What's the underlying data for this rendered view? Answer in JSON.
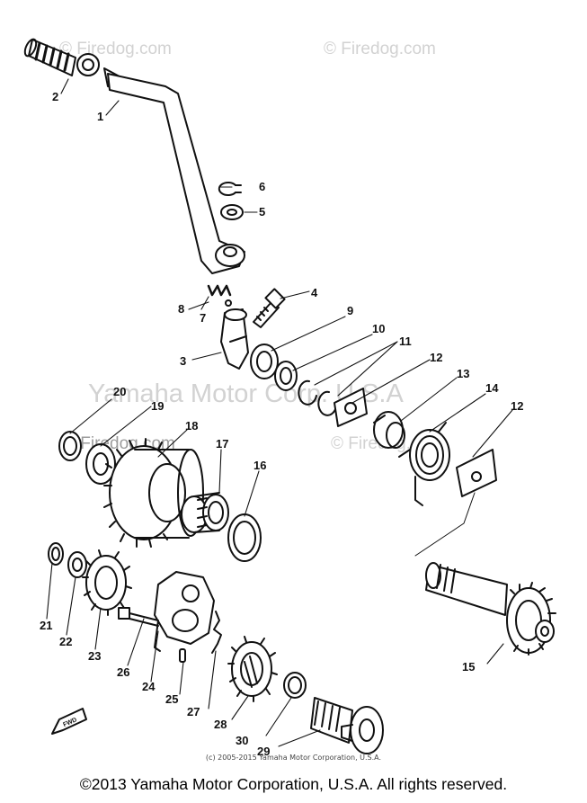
{
  "watermarks": {
    "top_left": "© Firedog.com",
    "top_right": "© Firedog.com",
    "mid_band": "Yamaha Motor Corp. U.S.A",
    "mid_left": "© Firedog.com",
    "mid_right": "© Firedog.com"
  },
  "fwd_arrow_label": "FWD",
  "parts": [
    {
      "id": "1",
      "label": "1"
    },
    {
      "id": "2",
      "label": "2"
    },
    {
      "id": "3",
      "label": "3"
    },
    {
      "id": "4",
      "label": "4"
    },
    {
      "id": "5",
      "label": "5"
    },
    {
      "id": "6",
      "label": "6"
    },
    {
      "id": "7",
      "label": "7"
    },
    {
      "id": "8",
      "label": "8"
    },
    {
      "id": "9",
      "label": "9"
    },
    {
      "id": "10",
      "label": "10"
    },
    {
      "id": "11",
      "label": "11"
    },
    {
      "id": "12a",
      "label": "12"
    },
    {
      "id": "12b",
      "label": "12"
    },
    {
      "id": "13",
      "label": "13"
    },
    {
      "id": "14",
      "label": "14"
    },
    {
      "id": "15",
      "label": "15"
    },
    {
      "id": "16",
      "label": "16"
    },
    {
      "id": "17",
      "label": "17"
    },
    {
      "id": "18",
      "label": "18"
    },
    {
      "id": "19",
      "label": "19"
    },
    {
      "id": "20",
      "label": "20"
    },
    {
      "id": "21",
      "label": "21"
    },
    {
      "id": "22",
      "label": "22"
    },
    {
      "id": "23",
      "label": "23"
    },
    {
      "id": "24",
      "label": "24"
    },
    {
      "id": "25",
      "label": "25"
    },
    {
      "id": "26",
      "label": "26"
    },
    {
      "id": "27",
      "label": "27"
    },
    {
      "id": "28",
      "label": "28"
    },
    {
      "id": "29",
      "label": "29"
    },
    {
      "id": "30",
      "label": "30"
    }
  ],
  "credit": "(c) 2005-2015 Yamaha Motor Corporation, U.S.A.",
  "footer": "©2013 Yamaha Motor Corporation, U.S.A. All rights reserved."
}
